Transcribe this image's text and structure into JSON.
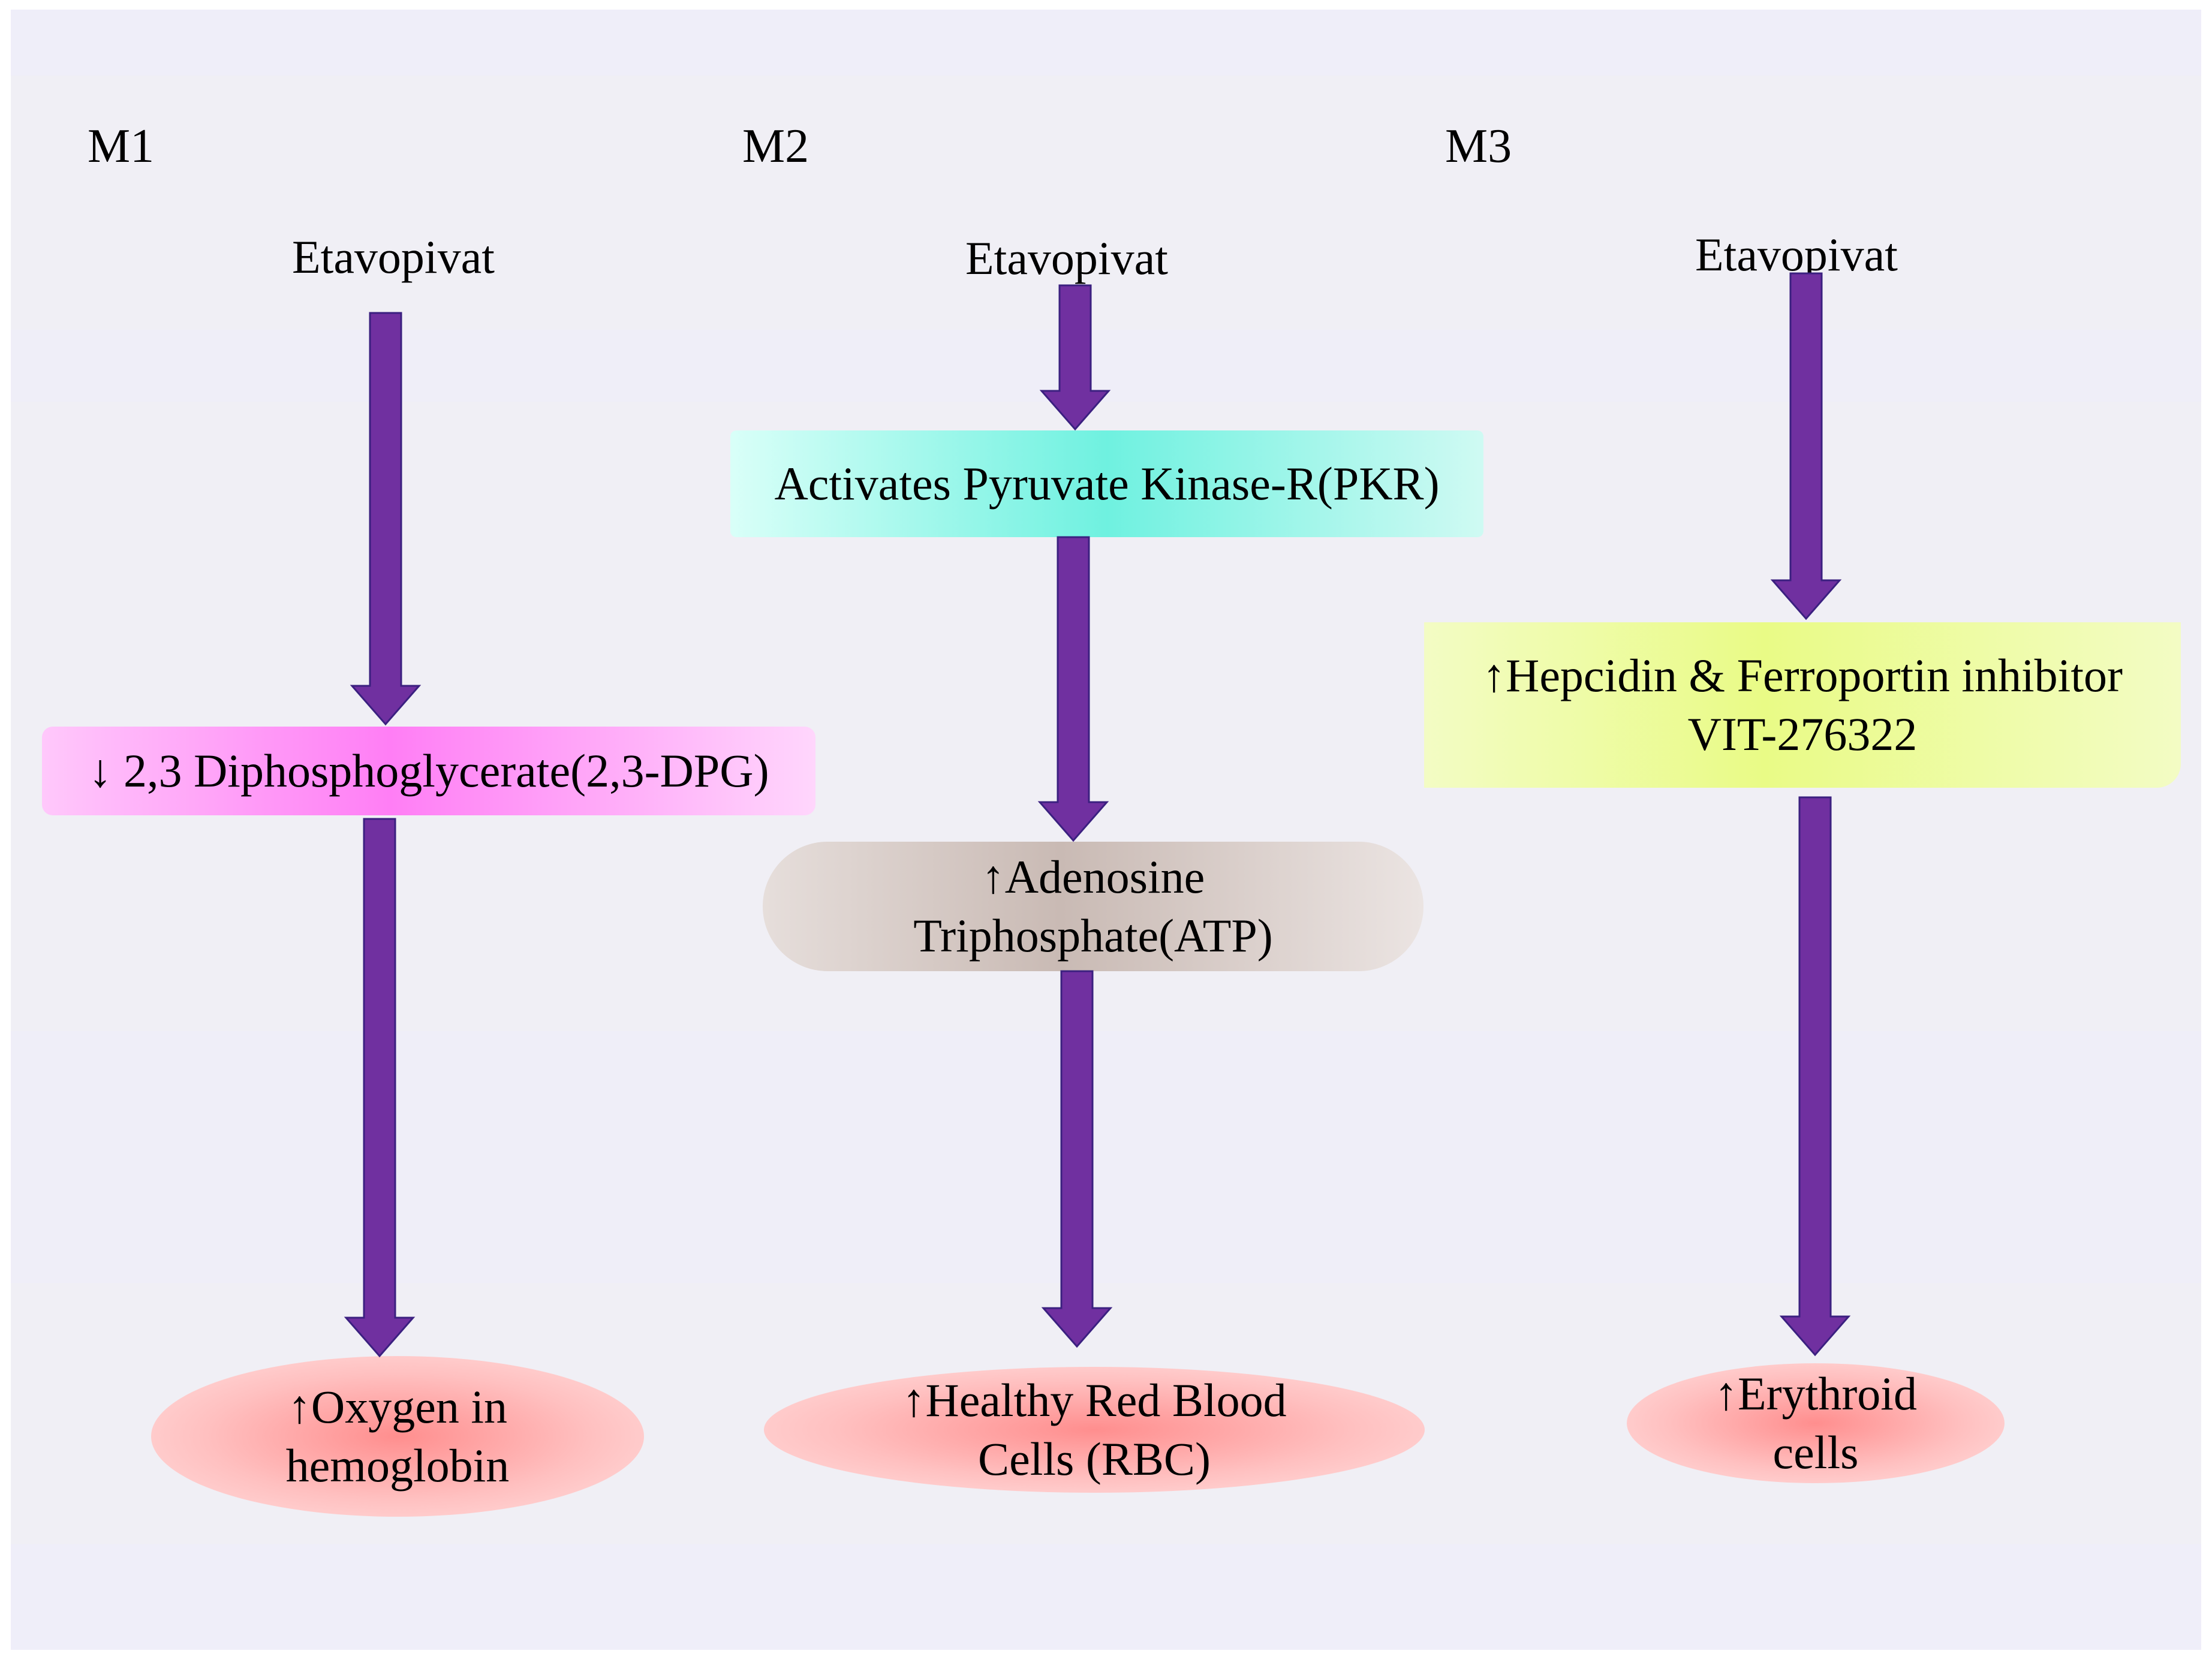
{
  "columns": [
    {
      "id": "m1",
      "label": "M1",
      "drug": "Etavopivat",
      "steps": [
        "↓ 2,3 Diphosphoglycerate(2,3-DPG)"
      ],
      "outcome": [
        "↑Oxygen in",
        "hemoglobin"
      ]
    },
    {
      "id": "m2",
      "label": "M2",
      "drug": "Etavopivat",
      "steps": [
        "Activates Pyruvate Kinase-R(PKR)",
        "↑Adenosine",
        "Triphosphate(ATP)"
      ],
      "outcome": [
        "↑Healthy Red Blood",
        "Cells (RBC)"
      ]
    },
    {
      "id": "m3",
      "label": "M3",
      "drug": "Etavopivat",
      "steps": [
        "↑Hepcidin & Ferroportin inhibitor",
        "VIT-276322"
      ],
      "outcome": [
        "↑Erythroid",
        "cells"
      ]
    }
  ],
  "colors": {
    "arrow_fill": "#7030a0",
    "arrow_stroke": "#3b2080",
    "background": "#efeef8",
    "dpg_box": "#ff7ef5",
    "pkr_box": "#6ff1e0",
    "atp_box": "#cbbdb8",
    "hepcidin_box": "#e9fb86",
    "outcome_ellipse": "#ffb0b0"
  }
}
